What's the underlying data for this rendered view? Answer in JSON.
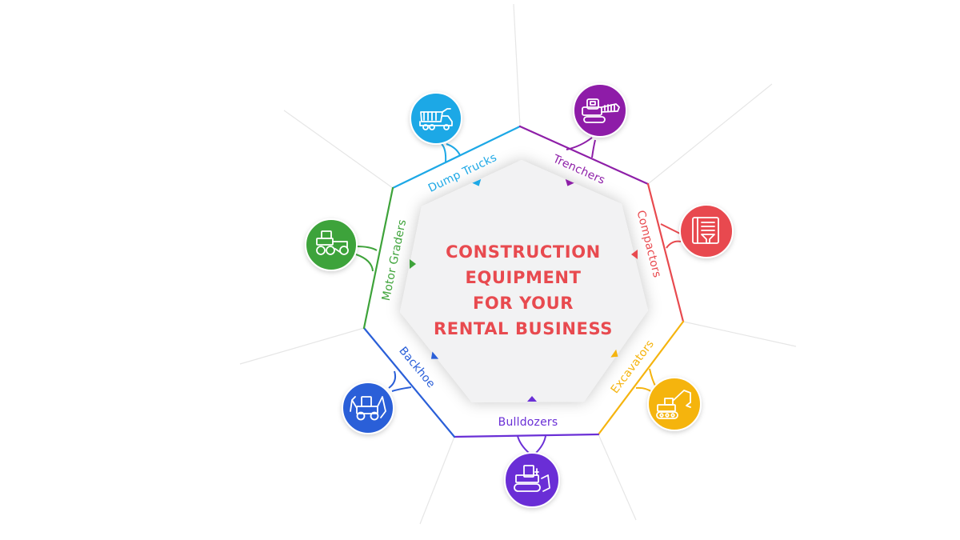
{
  "diagram": {
    "title_lines": [
      "CONSTRUCTION",
      "EQUIPMENT",
      "FOR YOUR",
      "RENTAL BUSINESS"
    ],
    "title_color": "#e84a4f",
    "center_fill": "#f2f2f3",
    "background_color": "#ffffff",
    "spoke_color": "#e6e6e6",
    "segments": [
      {
        "label": "Dump Trucks",
        "icon": "dump-truck-icon",
        "color": "#1da8e6"
      },
      {
        "label": "Trenchers",
        "icon": "trencher-icon",
        "color": "#8e1fa8"
      },
      {
        "label": "Compactors",
        "icon": "compactor-icon",
        "color": "#e84a4f"
      },
      {
        "label": "Excavators",
        "icon": "excavator-icon",
        "color": "#f5b40f"
      },
      {
        "label": "Bulldozers",
        "icon": "bulldozer-icon",
        "color": "#6a2fd6"
      },
      {
        "label": "Backhoe",
        "icon": "backhoe-icon",
        "color": "#2a5fd8"
      },
      {
        "label": "Motor Graders",
        "icon": "motor-grader-icon",
        "color": "#3ea33a"
      }
    ]
  }
}
